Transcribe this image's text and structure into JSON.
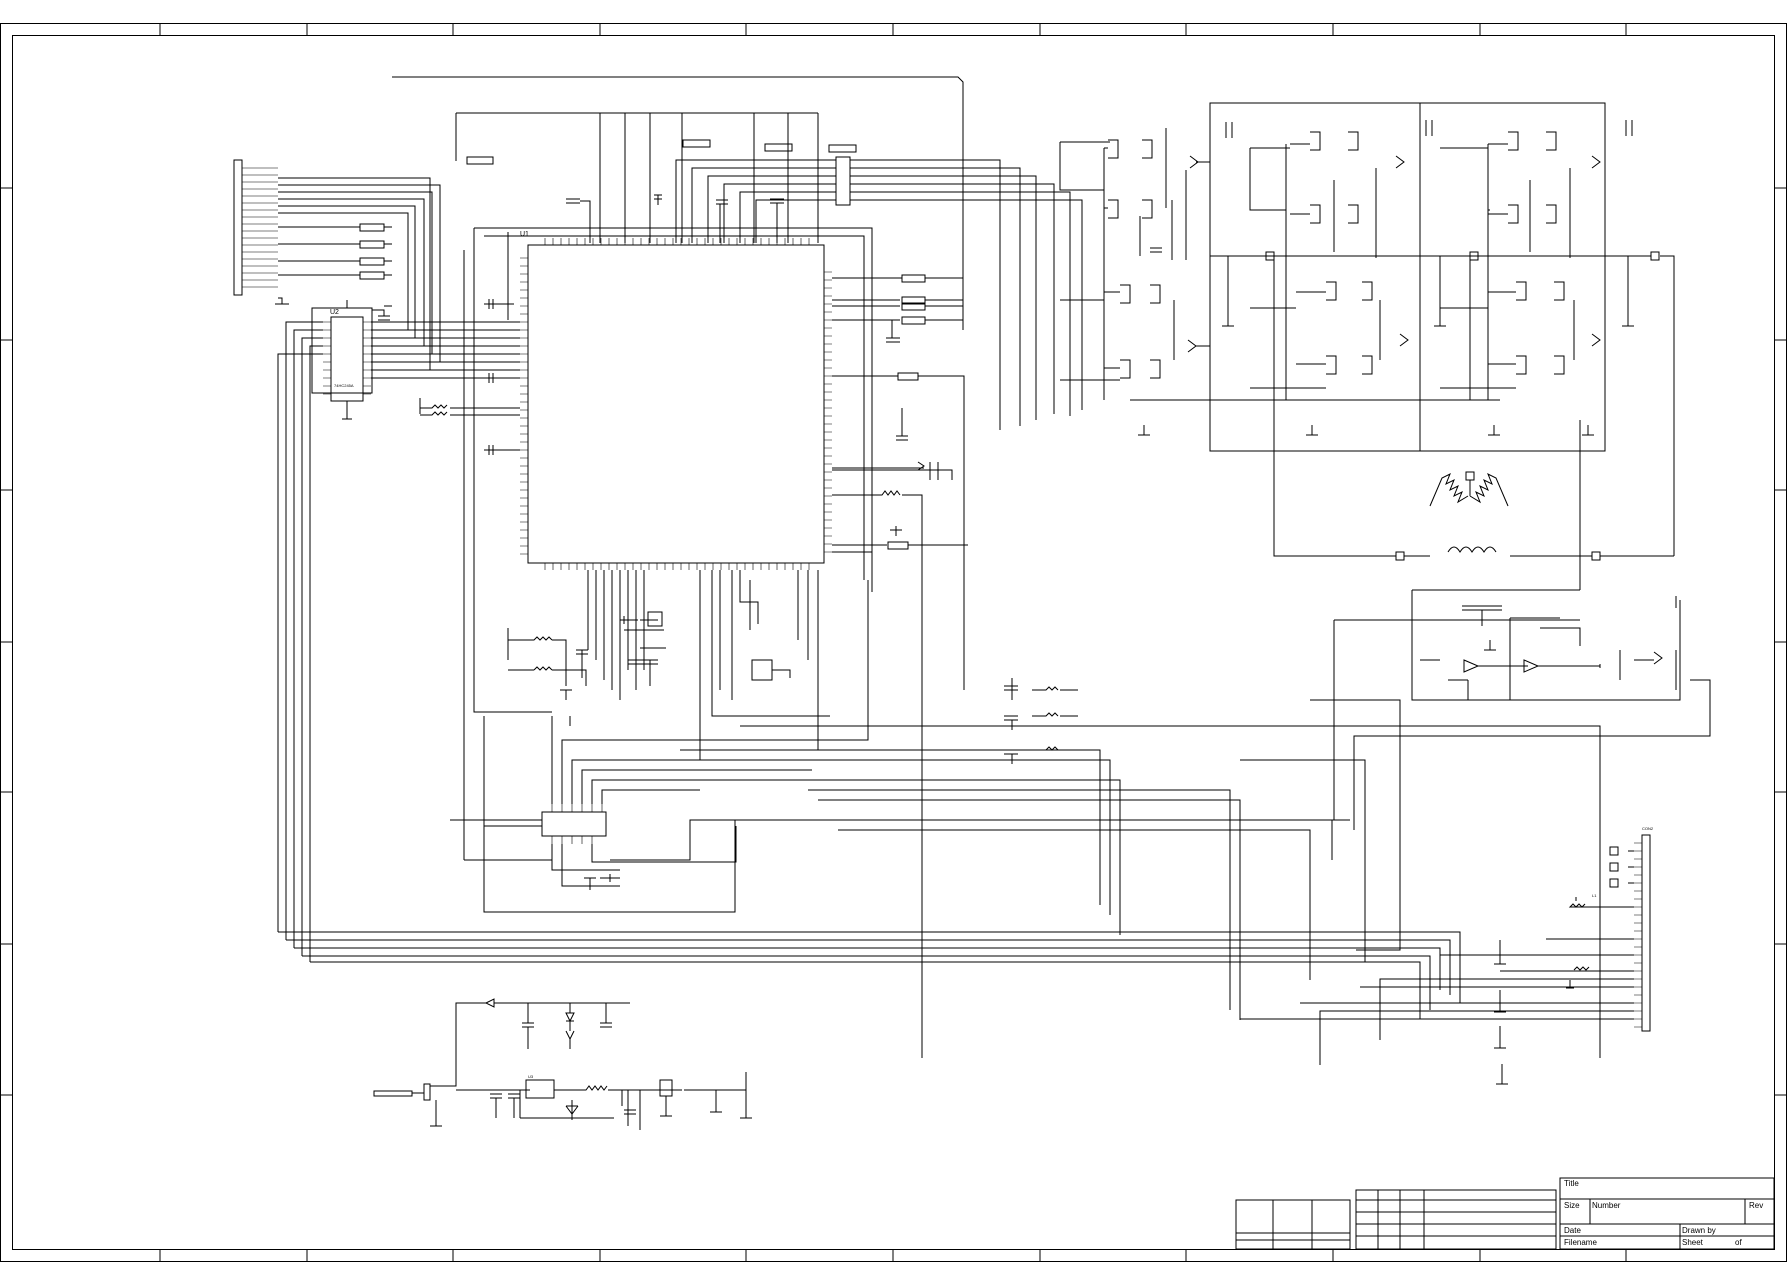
{
  "title_block": {
    "title_label": "Title",
    "size_label": "Size",
    "number_label": "Number",
    "rev_label": "Rev",
    "date_label": "Date",
    "drawn_by_label": "Drawn by",
    "filename_label": "Filename",
    "sheet_label": "Sheet",
    "of_label": "of"
  },
  "components": {
    "mcu": "U1",
    "driver_ic": "U2",
    "driver_ic_part": "74HC245A",
    "right_connector": "CON2",
    "regulator": "U3",
    "inductor_right": "L1"
  },
  "colors": {
    "ink": "#000000",
    "background": "#ffffff"
  }
}
